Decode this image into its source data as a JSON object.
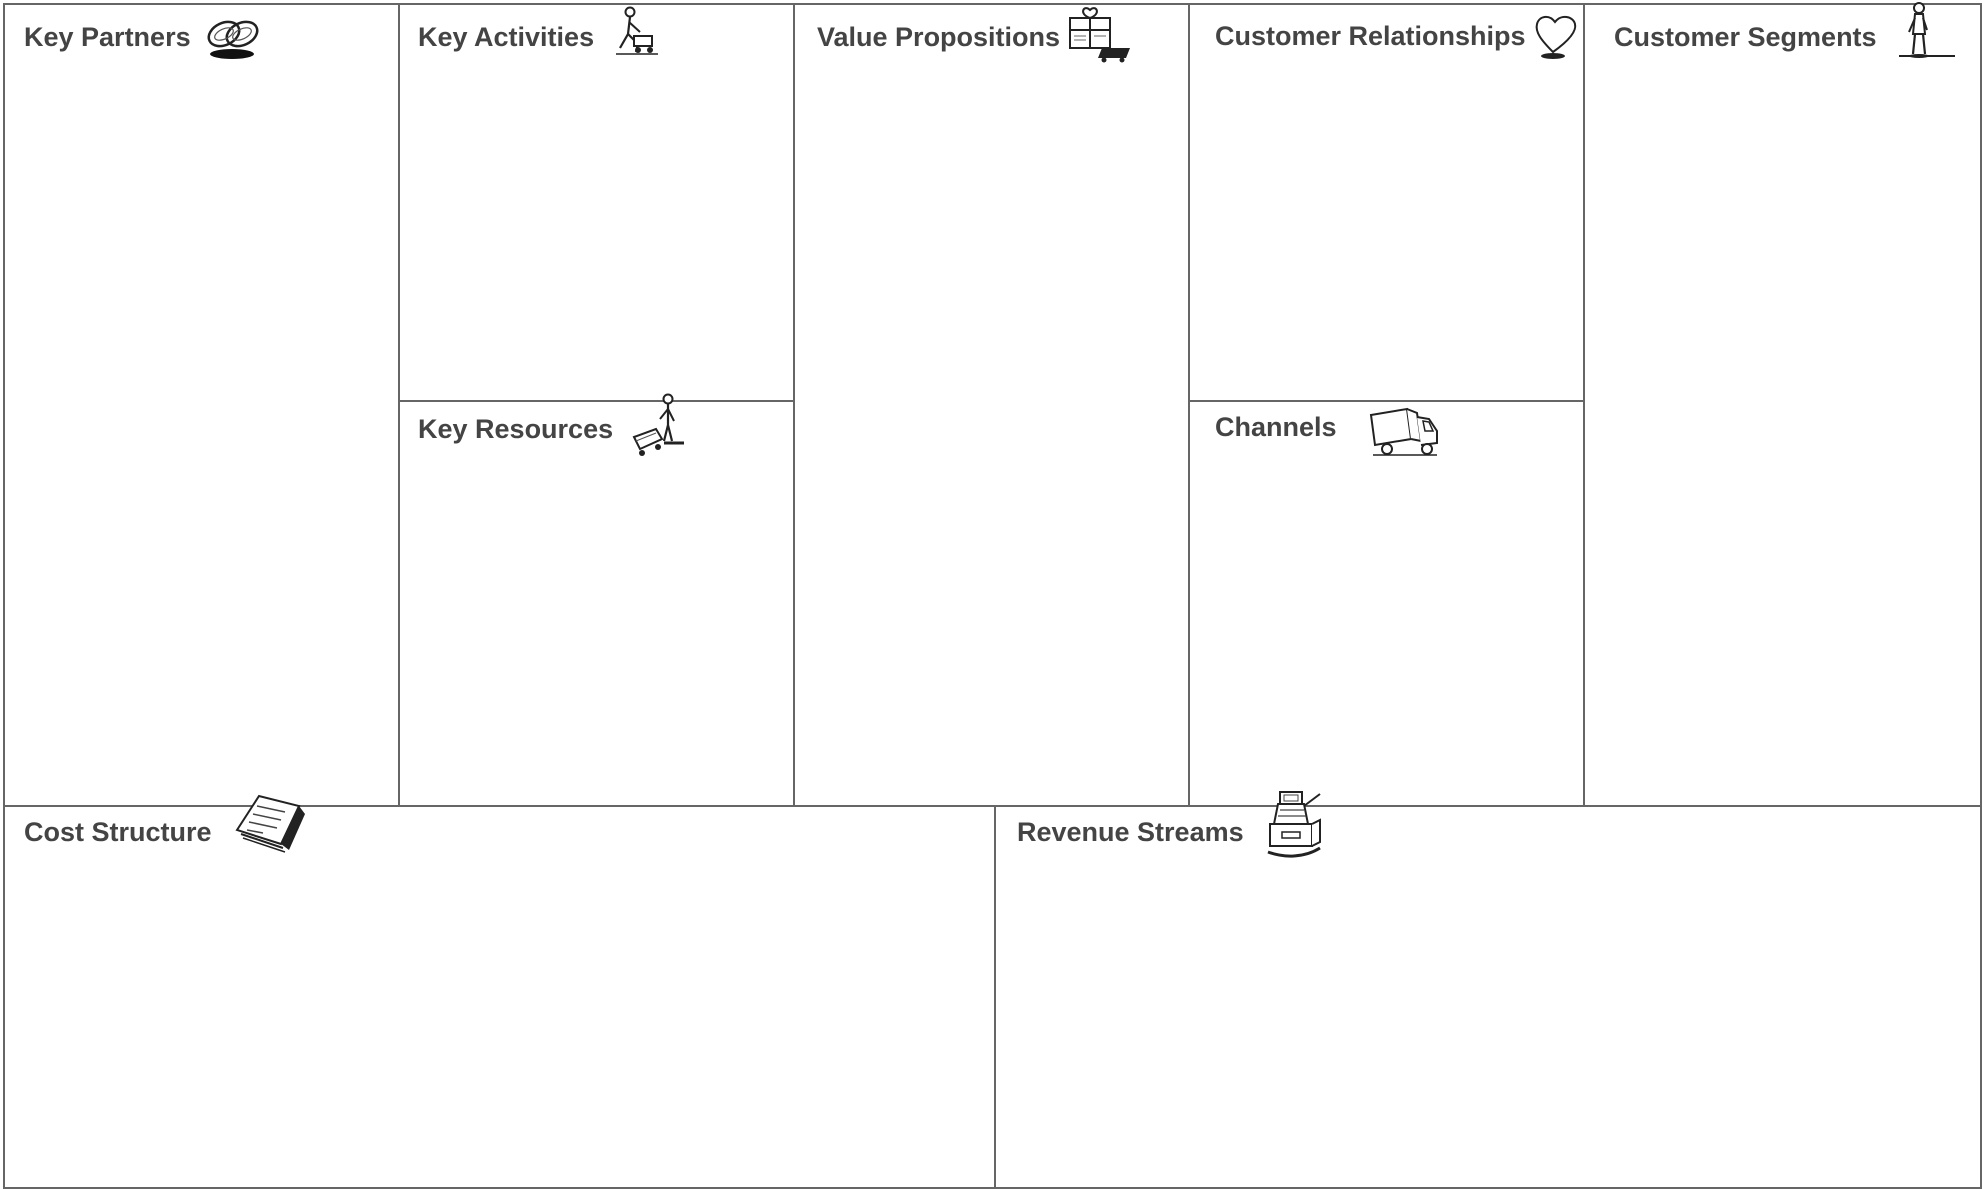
{
  "canvas": {
    "line_color": "#666666",
    "text_color": "#444444",
    "background": "#ffffff"
  },
  "blocks": {
    "key_partners": {
      "title": "Key Partners",
      "icon": "chain-links-icon"
    },
    "key_activities": {
      "title": "Key Activities",
      "icon": "person-working-icon"
    },
    "key_resources": {
      "title": "Key Resources",
      "icon": "person-with-cart-icon"
    },
    "value_propositions": {
      "title": "Value Propositions",
      "icon": "gift-box-icon"
    },
    "customer_relationships": {
      "title": "Customer Relationships",
      "icon": "heart-icon"
    },
    "channels": {
      "title": "Channels",
      "icon": "delivery-truck-icon"
    },
    "customer_segments": {
      "title": "Customer Segments",
      "icon": "standing-person-icon"
    },
    "cost_structure": {
      "title": "Cost Structure",
      "icon": "price-tag-icon"
    },
    "revenue_streams": {
      "title": "Revenue Streams",
      "icon": "cash-register-icon"
    }
  }
}
